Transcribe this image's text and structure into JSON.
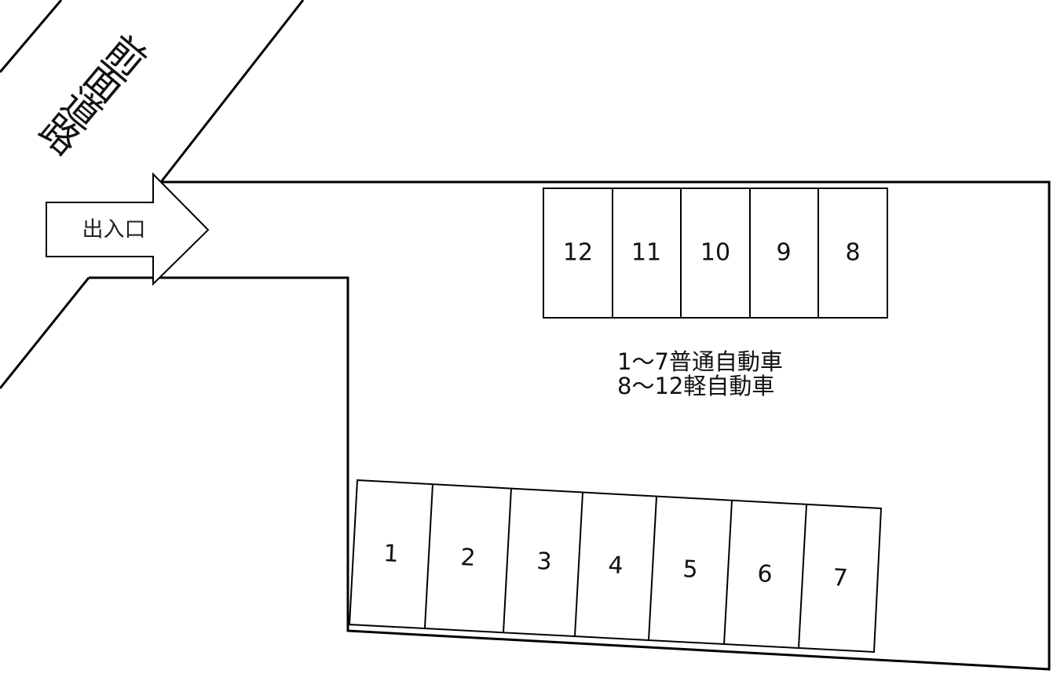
{
  "diagram": {
    "type": "parking-lot-layout",
    "colors": {
      "line": "#000000",
      "background": "#ffffff",
      "text": "#111111"
    }
  },
  "road": {
    "label": "前面道路",
    "chars": [
      "前",
      "面",
      "道",
      "路"
    ]
  },
  "entrance": {
    "label": "出入口",
    "icon": "arrow-right-icon"
  },
  "legend": {
    "line1": "1〜7普通自動車",
    "line2": "8〜12軽自動車"
  },
  "top_row": {
    "slots": [
      {
        "number": "12",
        "type": "軽自動車"
      },
      {
        "number": "11",
        "type": "軽自動車"
      },
      {
        "number": "10",
        "type": "軽自動車"
      },
      {
        "number": "9",
        "type": "軽自動車"
      },
      {
        "number": "8",
        "type": "軽自動車"
      }
    ]
  },
  "bottom_row": {
    "slots": [
      {
        "number": "1",
        "type": "普通自動車"
      },
      {
        "number": "2",
        "type": "普通自動車"
      },
      {
        "number": "3",
        "type": "普通自動車"
      },
      {
        "number": "4",
        "type": "普通自動車"
      },
      {
        "number": "5",
        "type": "普通自動車"
      },
      {
        "number": "6",
        "type": "普通自動車"
      },
      {
        "number": "7",
        "type": "普通自動車"
      }
    ]
  }
}
